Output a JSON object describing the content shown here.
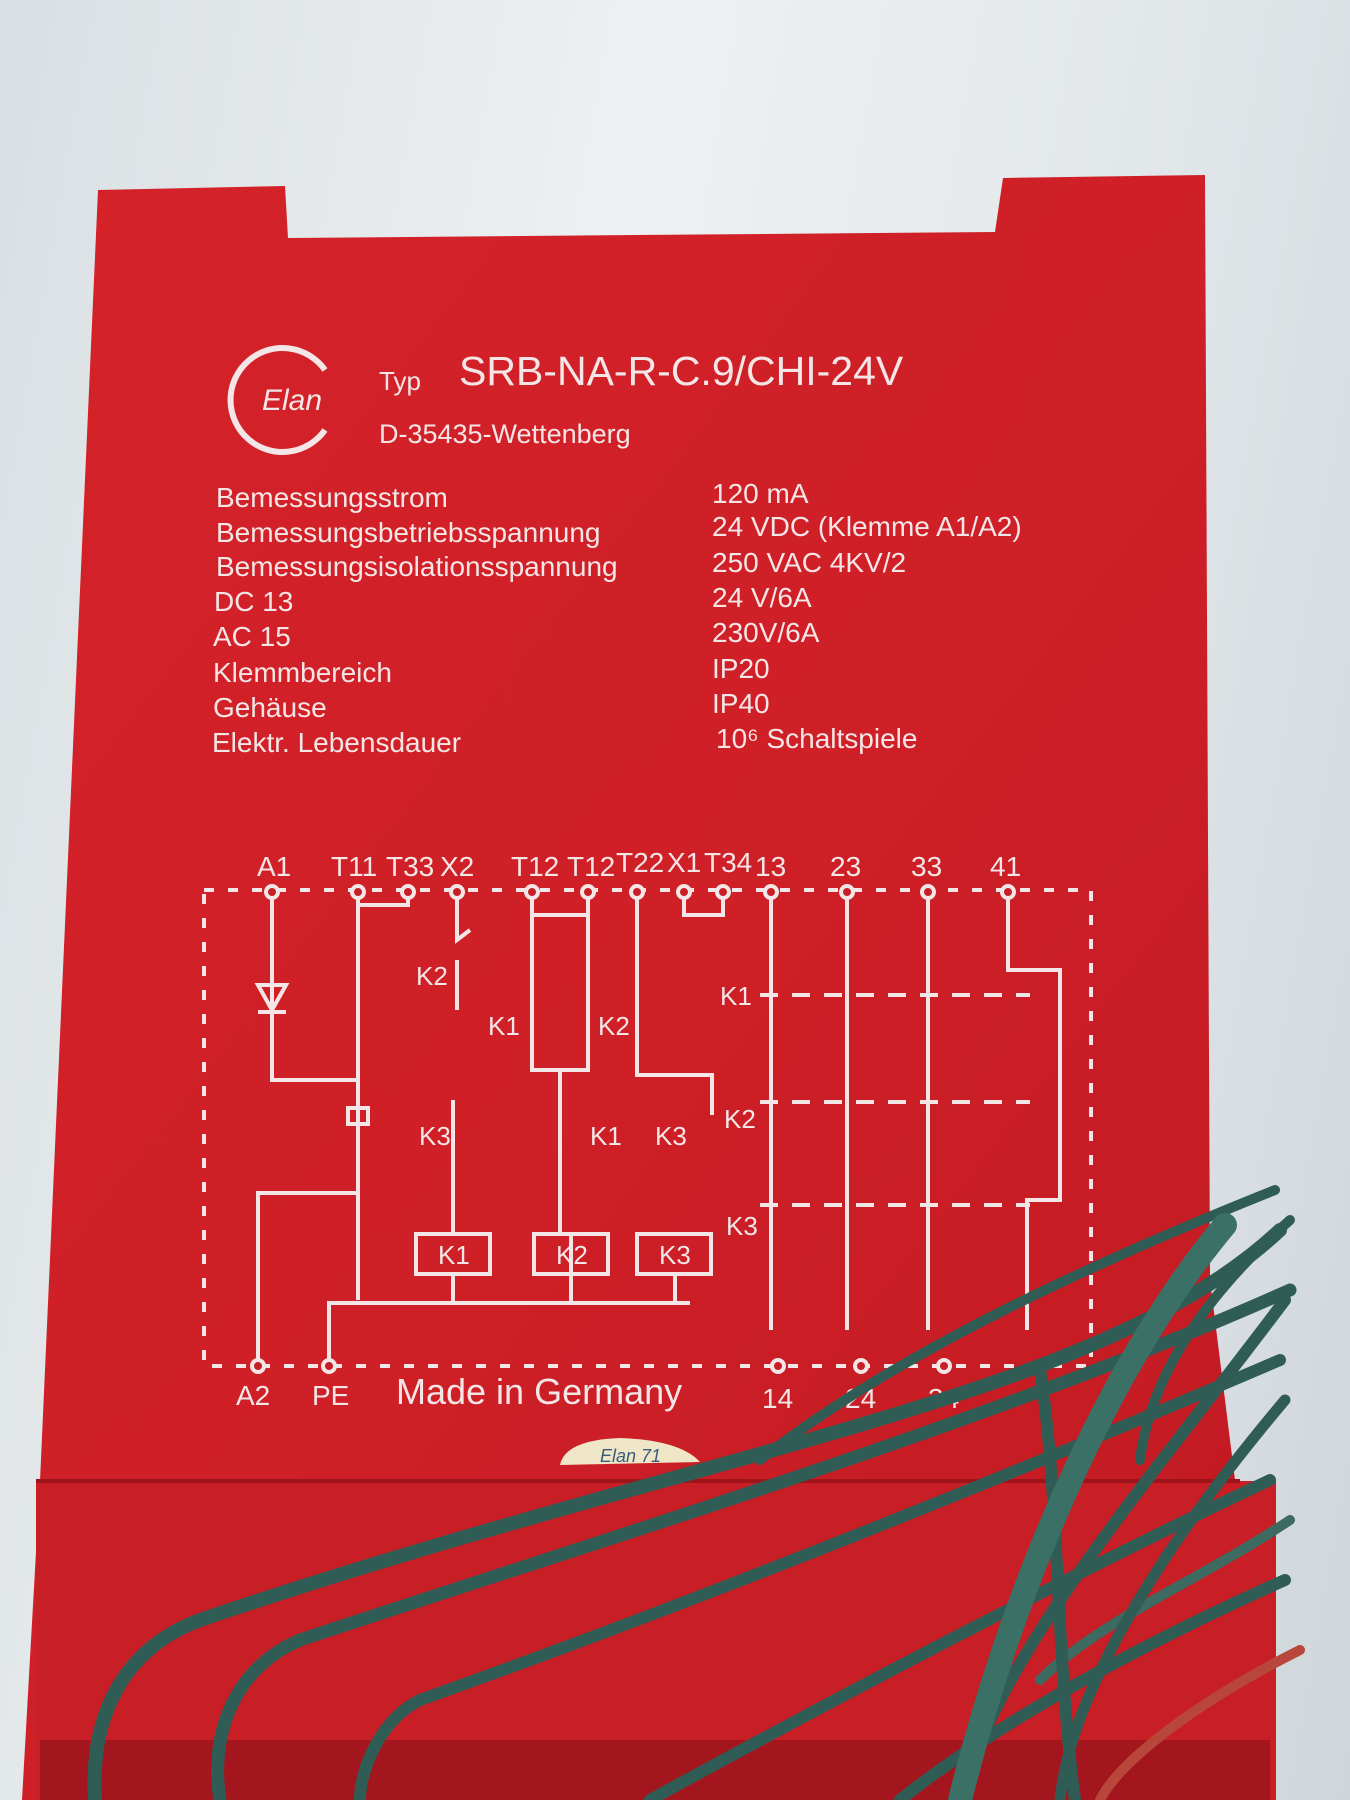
{
  "label": {
    "brand": "Elan",
    "type_prefix": "Typ",
    "model": "SRB-NA-R-C.9/CHI-24V",
    "address": "D-35435-Wettenberg",
    "specs": [
      {
        "name": "Bemessungsstrom",
        "value": "120 mA"
      },
      {
        "name": "Bemessungsbetriebsspannung",
        "value": "24 VDC (Klemme A1/A2)"
      },
      {
        "name": "Bemessungsisolationsspannung",
        "value": "250 VAC 4KV/2"
      },
      {
        "name": "DC 13",
        "value": "24  V/6A"
      },
      {
        "name": "AC 15",
        "value": "230V/6A"
      },
      {
        "name": "Klemmbereich",
        "value": "IP20"
      },
      {
        "name": "Gehäuse",
        "value": "IP40"
      },
      {
        "name": "Elektr. Lebensdauer",
        "value": "10⁶ Schaltspiele"
      }
    ],
    "top_terminals": [
      "A1",
      "T11",
      "T33",
      "X2",
      "T12",
      "T12",
      "T22",
      "X1",
      "T34",
      "13",
      "23",
      "33",
      "41"
    ],
    "bottom_terminals": [
      "A2",
      "PE",
      "14",
      "24",
      "34"
    ],
    "relays": [
      "K1",
      "K2",
      "K3"
    ],
    "contact_labels": [
      "K2",
      "K3",
      "K1",
      "K2",
      "K1",
      "K3",
      "K1",
      "K2",
      "K3"
    ],
    "made_in": "Made in Germany",
    "sticker": "Elan 71"
  },
  "colors": {
    "housing": "#d8262b",
    "print": "#f4e6e6",
    "wire": "#2f5d55"
  }
}
